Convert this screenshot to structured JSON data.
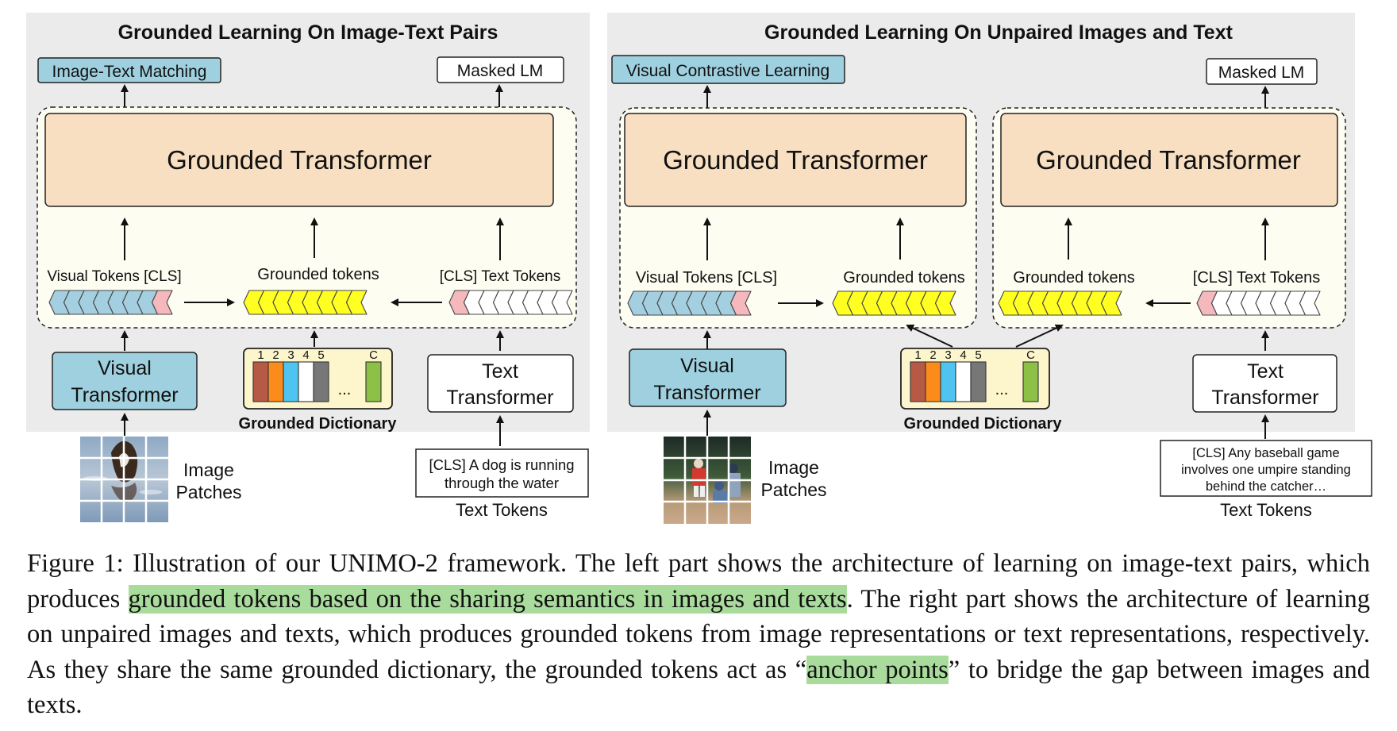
{
  "left_panel": {
    "title": "Grounded Learning On Image-Text Pairs",
    "objective_left": "Image-Text Matching",
    "objective_right": "Masked LM",
    "transformer": "Grounded Transformer",
    "tokens_left_label": "Visual Tokens [CLS]",
    "tokens_mid_label": "Grounded tokens",
    "tokens_right_label": "[CLS] Text Tokens",
    "visual_encoder": [
      "Visual",
      "Transformer"
    ],
    "text_encoder": [
      "Text",
      "Transformer"
    ],
    "dictionary_label": "Grounded Dictionary",
    "dictionary_indices": [
      "1",
      "2",
      "3",
      "4",
      "5",
      "C"
    ],
    "dictionary_ellipsis": "...",
    "image_label": [
      "Image",
      "Patches"
    ],
    "text_input": [
      "[CLS] A dog is running",
      "through the water"
    ],
    "text_tokens_label": "Text Tokens"
  },
  "right_panel": {
    "title": "Grounded Learning On Unpaired Images and Text",
    "objective_left": "Visual Contrastive Learning",
    "objective_right": "Masked LM",
    "transformer_left": "Grounded Transformer",
    "transformer_right": "Grounded Transformer",
    "tokens_a_label": "Visual Tokens [CLS]",
    "tokens_b_label": "Grounded tokens",
    "tokens_c_label": "Grounded tokens",
    "tokens_d_label": "[CLS] Text Tokens",
    "visual_encoder": [
      "Visual",
      "Transformer"
    ],
    "text_encoder": [
      "Text",
      "Transformer"
    ],
    "dictionary_label": "Grounded Dictionary",
    "dictionary_indices": [
      "1",
      "2",
      "3",
      "4",
      "5",
      "C"
    ],
    "dictionary_ellipsis": "...",
    "image_label": [
      "Image",
      "Patches"
    ],
    "text_input": [
      "[CLS] Any baseball game",
      "involves one umpire standing",
      "behind the catcher…"
    ],
    "text_tokens_label": "Text Tokens"
  },
  "caption": {
    "prefix": "Figure 1: Illustration of our UNIMO-2 framework. The left part shows the architecture of learning on image-text pairs, which produces ",
    "highlight1": "grounded tokens based on the sharing semantics in images and texts",
    "middle": ". The right part shows the architecture of learning on unpaired images and texts, which produces grounded tokens from image representations or text representations, respectively. As they share the same grounded dictionary, the grounded tokens act as “",
    "highlight2": "anchor points",
    "suffix": "” to bridge the gap between images and texts."
  },
  "colors": {
    "panel_bg": "#ebebeb",
    "dashed_box_bg": "#fefdf2",
    "transformer_fill": "#f8dfc1",
    "encoder_blue": "#9fd0df",
    "token_blue": "#a3cfe0",
    "token_yellow": "#ffff22",
    "token_pink": "#f4b8bd",
    "dictionary_bg": "#fdf6cc",
    "caption_highlight": "#a9dc9c"
  }
}
